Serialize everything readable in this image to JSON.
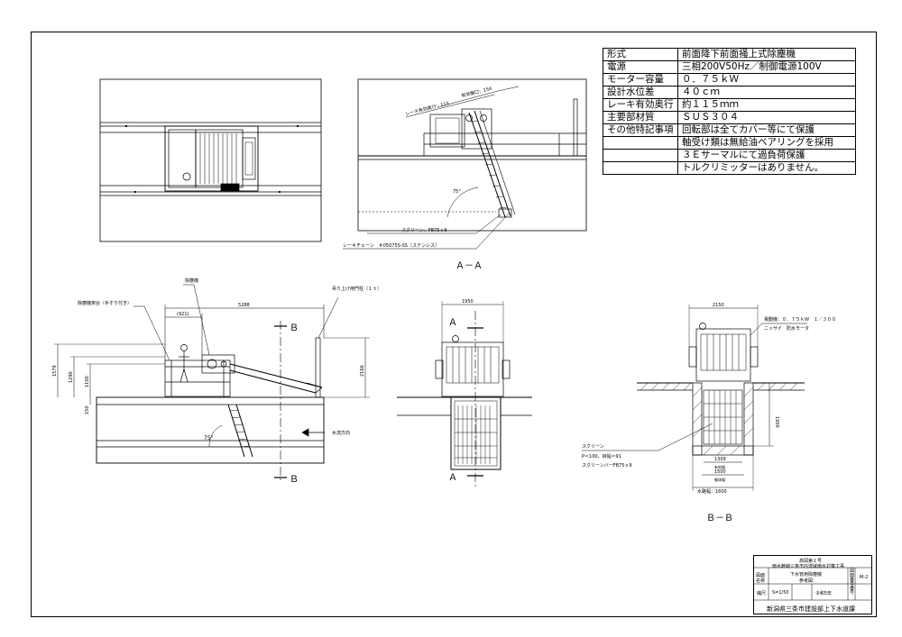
{
  "spec_table": [
    {
      "label": "形式",
      "value": "前面降下前面掻上式除塵機"
    },
    {
      "label": "電源",
      "value": "三相200V50Hz／制御電源100V"
    },
    {
      "label": "モーター容量",
      "value": "０．７５ｋＷ"
    },
    {
      "label": "設計水位差",
      "value": "４０ｃｍ"
    },
    {
      "label": "レーキ有効奥行",
      "value": "約１１５ｍｍ"
    },
    {
      "label": "主要部材質",
      "value": "ＳＵＳ３０４"
    },
    {
      "label": "その他特記事項",
      "value": "回転部は全てカバー等にて保護"
    },
    {
      "label": "",
      "value": "軸受け類は無給油ベアリングを採用"
    },
    {
      "label": "",
      "value": "３Ｅサーマルにて過負荷保護"
    },
    {
      "label": "",
      "value": "トルクリミッターはありません。"
    }
  ],
  "section_aa": {
    "title": "Ａ－Ａ",
    "note_rake_depth": "レーキ有効奥行：115",
    "note_opening": "有効開口：154",
    "note_screen": "スクリーン：FB75ｘ9",
    "note_chain": "レーキチェーン　＃05075S-SS（ステンレス）",
    "angle": "75°"
  },
  "side_view": {
    "label_platform": "除塵機架台（手すり付き）",
    "label_machine": "除塵機",
    "label_hoist": "吊り上げ用門柱（１ｔ）",
    "dim_total": "5288",
    "dim_sub": "(921)",
    "dim_h1": "1579",
    "dim_h2": "1290",
    "dim_h3": "1100",
    "dim_h4": "150",
    "dim_right": "2166",
    "angle": "75°",
    "flow_label": "水流方向",
    "cut_b": "Ｂ"
  },
  "front_view": {
    "dim_width": "1950",
    "cut_a": "Ａ"
  },
  "section_bb": {
    "title": "Ｂ－Ｂ",
    "dim_width": "2150",
    "dim_depth": "1900",
    "motor_note": "電動機：０．７５ｋＷ　１／３００",
    "motor_note2": "ニッサイ　防水モータ",
    "screen_note1": "スクリーン",
    "screen_note2": "P＝100，目幅＝91",
    "screen_note3": "スクリーンバーFB75ｘ9",
    "dim_1309": "1309",
    "dim_frame": "有効幅",
    "dim_1500": "1500",
    "dim_frame2": "躯体幅",
    "dim_1600": "水路幅：1600"
  },
  "title_block": {
    "project1": "高岡第１号",
    "project2": "雨水幹線三条市内流域雨水対策工事",
    "drawing_label": "図面名称",
    "drawing_name1": "下水管用除塵機",
    "drawing_name2": "参考図",
    "scale_label": "縮尺",
    "scale": "S=1/50",
    "number_label": "図面番号",
    "year": "令和5年",
    "sheet": "M-2",
    "side_label": "番号",
    "office": "新潟県三条市建設部上下水道課"
  }
}
